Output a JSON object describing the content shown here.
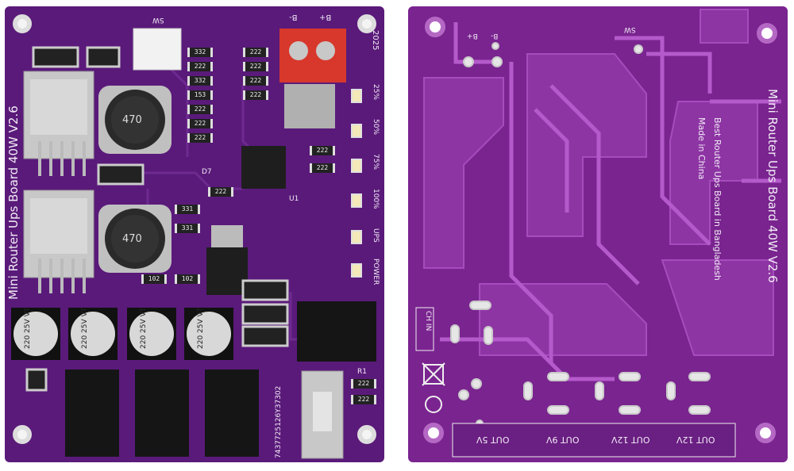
{
  "front": {
    "title": "Mini Router Ups Board 40W V2.6",
    "sw_label": "SW",
    "bminus": "B-",
    "bplus": "B+",
    "year": "2025",
    "leds": [
      "25%",
      "50%",
      "75%",
      "100%",
      "UPS",
      "POWER"
    ],
    "inductor_value": "470",
    "cap_labels": [
      "220\n25V\nVT",
      "220\n25V\nVT",
      "220\n25V\nVT",
      "220\n25V\nVT"
    ],
    "serial": "7437725126Y37302",
    "d7": "D7",
    "u1": "U1",
    "r1": "R1",
    "resistors": [
      "332",
      "222",
      "332",
      "153",
      "222",
      "222",
      "222",
      "222",
      "222",
      "222",
      "222",
      "222",
      "222",
      "222",
      "331",
      "331",
      "102",
      "102",
      "222",
      "222"
    ]
  },
  "back": {
    "title": "Mini Router Ups Board 40W V2.6",
    "line1": "Best Router Ups Board in Bangladesh",
    "line2": "Made in China",
    "sw_label": "SW",
    "bplus": "B+",
    "bminus": "B-",
    "ch_in": "CH IN",
    "outputs": [
      "OUT 5V",
      "OUT 9V",
      "OUT 12V",
      "OUT 12V"
    ]
  }
}
